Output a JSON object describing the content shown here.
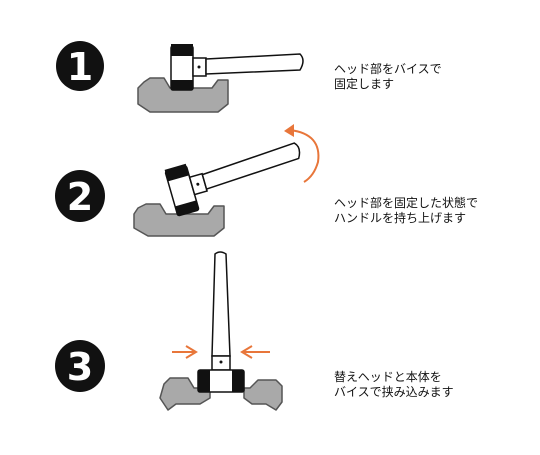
{
  "colors": {
    "vise": "#a9a9a9",
    "vise_stroke": "#555555",
    "outline": "#111111",
    "arrow": "#e8763a",
    "handle": "#ffffff"
  },
  "steps": [
    {
      "number": "1",
      "lines": [
        "ヘッド部をバイスで",
        "固定します"
      ]
    },
    {
      "number": "2",
      "lines": [
        "ヘッド部を固定した状態で",
        "ハンドルを持ち上げます"
      ]
    },
    {
      "number": "3",
      "lines": [
        "替えヘッドと本体を",
        "バイスで挟み込みます"
      ]
    }
  ]
}
